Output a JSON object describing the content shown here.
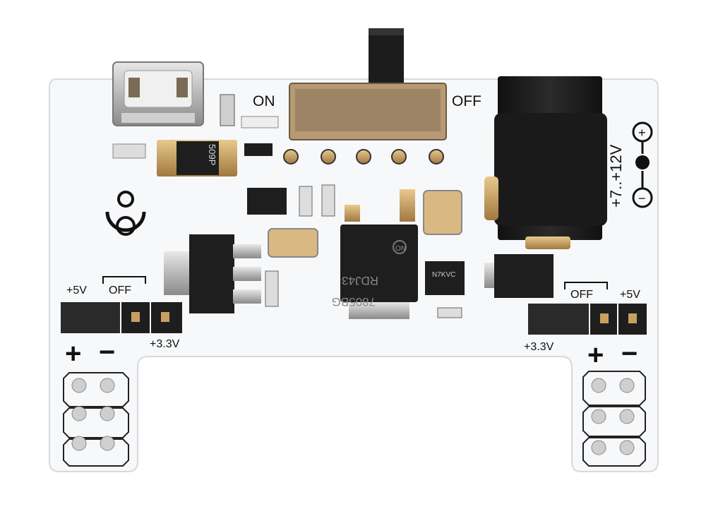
{
  "labels": {
    "switch_on": "ON",
    "switch_off": "OFF",
    "jack_voltage": "+7..+12V",
    "left_plus5": "+5V",
    "left_off": "OFF",
    "left_plus33": "+3.3V",
    "right_plus5": "+5V",
    "right_off": "OFF",
    "right_plus33": "+3.3V",
    "left_plus": "+",
    "left_minus": "−",
    "right_plus": "+",
    "right_minus": "−",
    "jack_plus": "+",
    "jack_minus": "−"
  },
  "components": {
    "regulator_marking_1": "7805BG",
    "regulator_marking_2": "RDJ43",
    "regulator_logo": "ON",
    "rectifier_marking": "509P",
    "transistor_marking": "N7KVC"
  },
  "colors": {
    "pcb": "#f7f8fa",
    "component_black": "#1e1e1e",
    "solder": "#c9a060",
    "capacitor": "#d9b882"
  }
}
